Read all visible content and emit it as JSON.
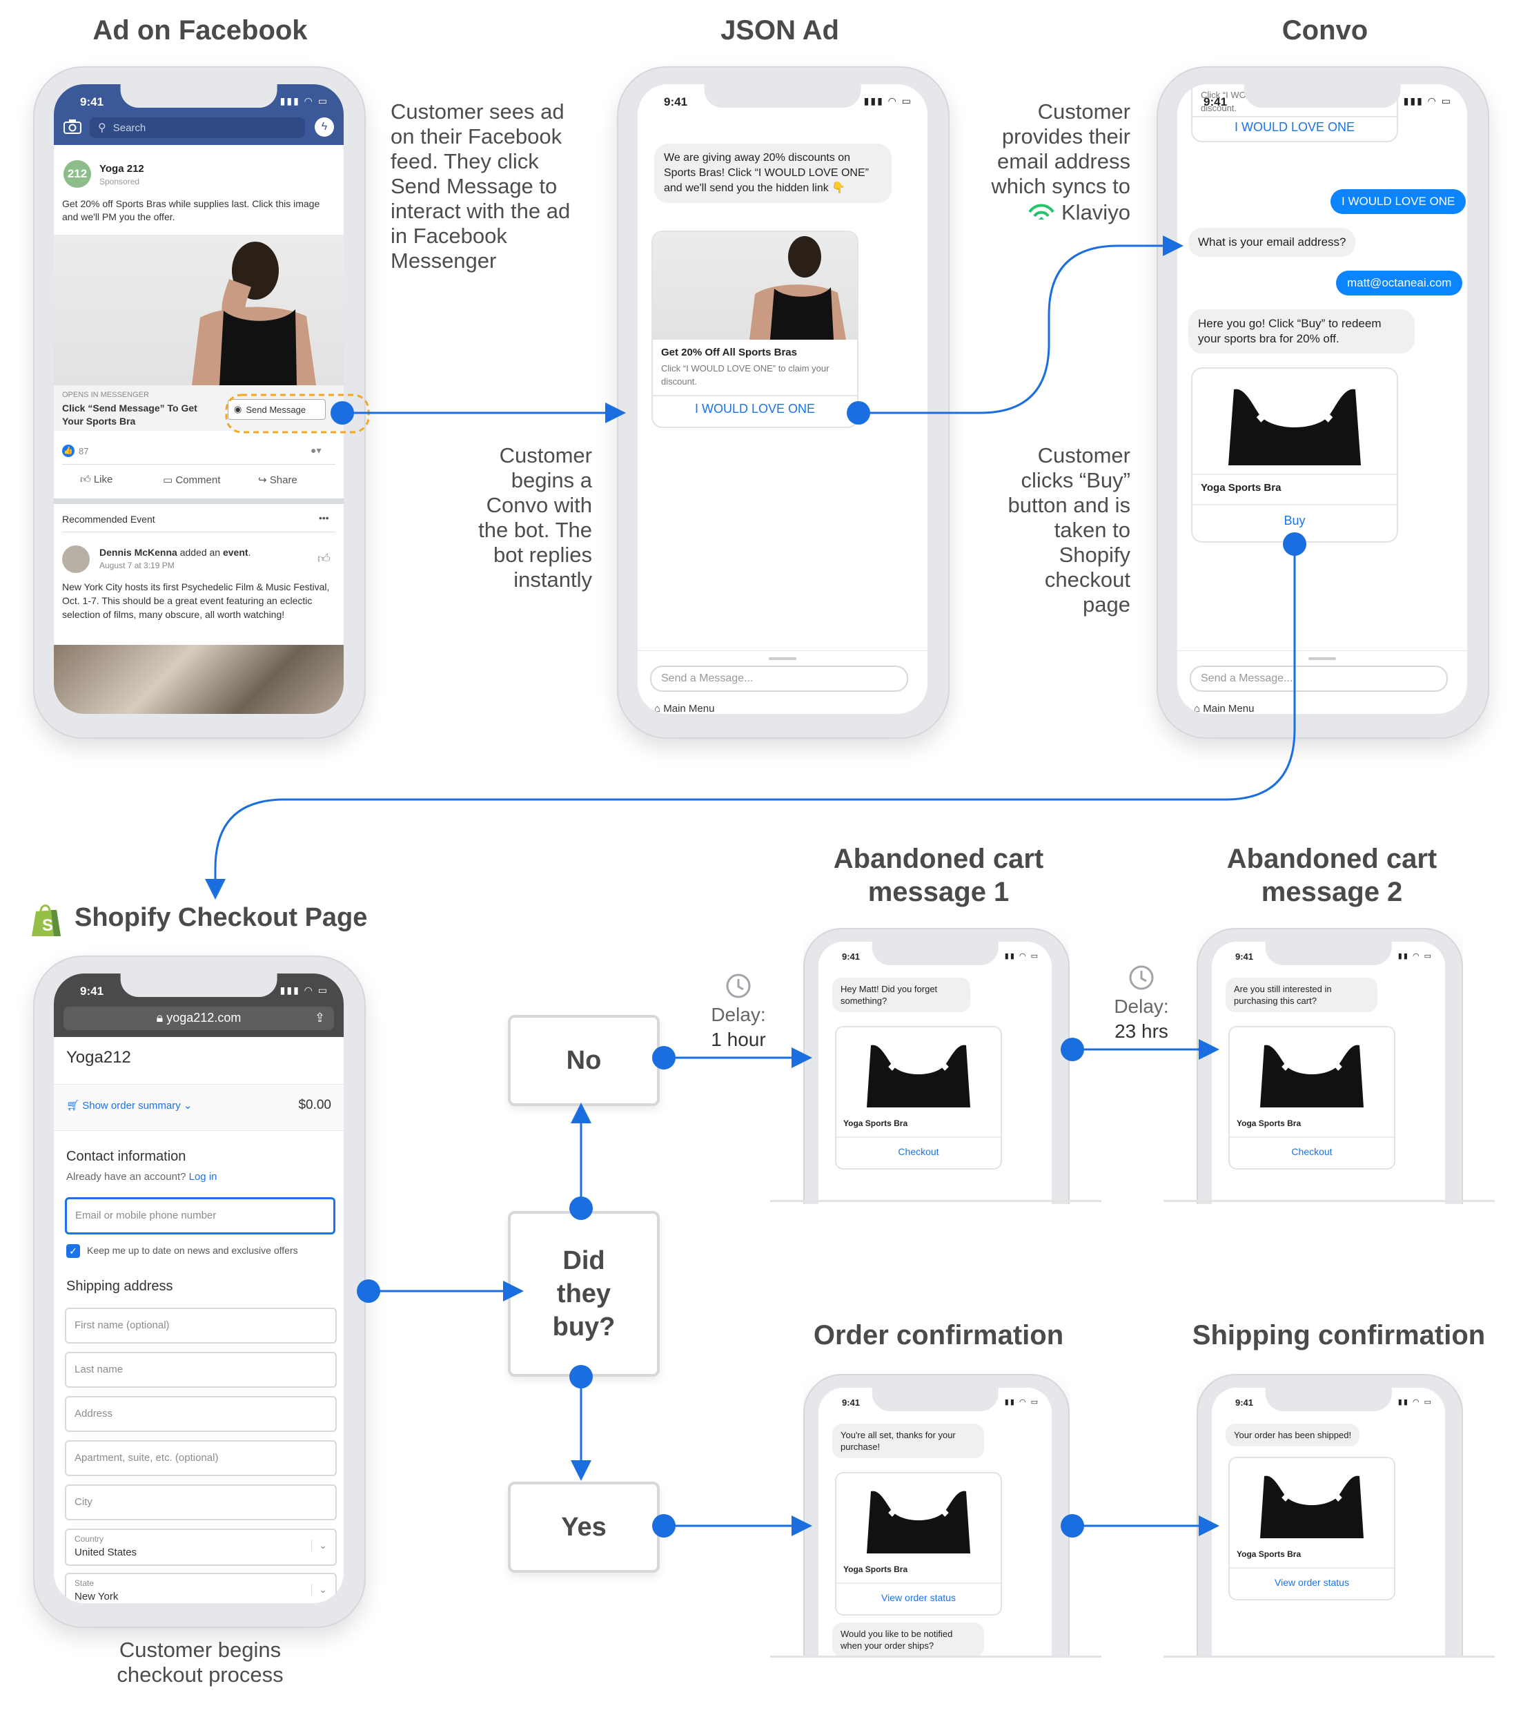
{
  "titles": {
    "ad_on_facebook": "Ad on Facebook",
    "json_ad": "JSON Ad",
    "convo": "Convo",
    "abandoned_1": "Abandoned cart message 1",
    "abandoned_2": "Abandoned cart message 2",
    "shopify_checkout": "Shopify Checkout Page",
    "order_confirmation": "Order confirmation",
    "shipping_confirmation": "Shipping confirmation"
  },
  "descriptions": {
    "sees_ad": "Customer sees ad on their Facebook feed. They click Send Message to interact with the ad in Facebook Messenger",
    "begins_convo": "Customer begins a Convo with the bot. The bot replies instantly",
    "provides_email": "Customer provides their email address which syncs to",
    "klaviyo": "Klaviyo",
    "clicks_buy": "Customer clicks “Buy” button and is taken to Shopify checkout page",
    "begins_checkout": "Customer begins checkout process"
  },
  "status_time": "9:41",
  "facebook": {
    "search_placeholder": "Search",
    "page_logo": "212",
    "page_name": "Yoga 212",
    "sponsored": "Sponsored",
    "post_text": "Get 20% off Sports Bras while supplies last. Click this image and we'll PM you the offer.",
    "opens_in": "OPENS IN MESSENGER",
    "cta_text": "Click “Send Message” To Get Your Sports Bra",
    "send_message": "Send Message",
    "reactions": "87",
    "like": "Like",
    "comment": "Comment",
    "share": "Share",
    "recommended": "Recommended Event",
    "more": "•••",
    "event_author": "Dennis McKenna",
    "event_action_pre": " added an ",
    "event_action_word": "event",
    "event_date": "August 7 at 3:19 PM",
    "event_text": "New York City hosts its first Psychedelic Film & Music Festival, Oct. 1-7. This should be a great event featuring an eclectic selection of films, many obscure, all worth watching!"
  },
  "json_ad": {
    "message": "We are giving away 20% discounts on Sports Bras! Click “I WOULD LOVE ONE” and we'll send you the hidden link 👇",
    "card_title": "Get 20% Off All Sports Bras",
    "card_sub": "Click “I WOULD LOVE ONE” to claim your discount.",
    "card_button": "I WOULD LOVE ONE",
    "input_placeholder": "Send a Message...",
    "main_menu": "Main Menu"
  },
  "convo": {
    "top_card_sub": "Click “I WOULD LOVE ONE” to claim your discount.",
    "top_card_button": "I WOULD LOVE ONE",
    "user_reply_1": "I WOULD LOVE ONE",
    "bot_question": "What is your email address?",
    "user_email": "matt@octaneai.com",
    "bot_offer": "Here you go! Click “Buy” to redeem your sports bra for 20% off.",
    "product": "Yoga Sports Bra",
    "buy": "Buy",
    "input_placeholder": "Send a Message...",
    "main_menu": "Main Menu"
  },
  "shopify": {
    "url": "yoga212.com",
    "store": "Yoga212",
    "order_summary": "Show order summary",
    "total": "$0.00",
    "contact_heading": "Contact information",
    "have_account": "Already have an account?",
    "log_in": "Log in",
    "email_placeholder": "Email or mobile phone number",
    "keep_updated": "Keep me up to date on news and exclusive offers",
    "shipping_heading": "Shipping address",
    "first_name": "First name (optional)",
    "last_name": "Last name",
    "address": "Address",
    "apartment": "Apartment, suite, etc. (optional)",
    "city": "City",
    "country_label": "Country",
    "country_value": "United States",
    "state_label": "State",
    "state_value": "New York"
  },
  "flow": {
    "decision": "Did they buy?",
    "no": "No",
    "yes": "Yes",
    "delay_label": "Delay:",
    "delay_1": "1 hour",
    "delay_2": "23 hrs"
  },
  "abandoned_1": {
    "message": "Hey Matt! Did you forget something?",
    "product": "Yoga Sports Bra",
    "button": "Checkout"
  },
  "abandoned_2": {
    "message": "Are you still interested in purchasing this cart?",
    "product": "Yoga Sports Bra",
    "button": "Checkout"
  },
  "order_conf": {
    "message": "You're all set, thanks for your purchase!",
    "product": "Yoga Sports Bra",
    "button": "View order status",
    "followup": "Would you like to be notified when your order ships?"
  },
  "shipping_conf": {
    "message": "Your order has been shipped!",
    "product": "Yoga Sports Bra",
    "button": "View order status"
  },
  "colors": {
    "accent": "#1a6ee0",
    "facebook_blue": "#3b5998",
    "messenger_blue": "#0a84ff",
    "shopify_green": "#95bf47",
    "klaviyo_green": "#25c36b"
  }
}
